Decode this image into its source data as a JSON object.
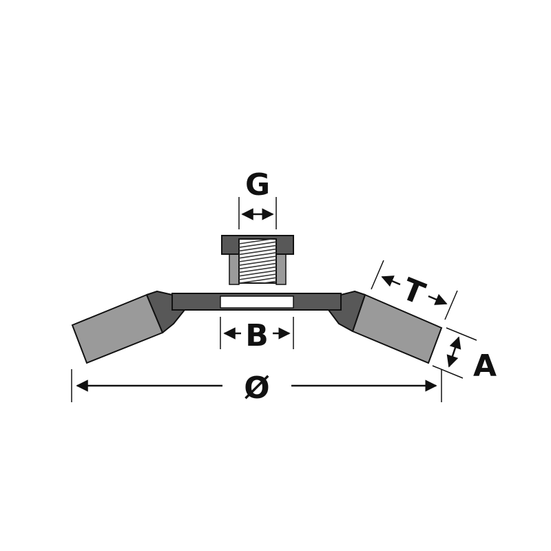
{
  "labels": {
    "thread": "G",
    "bore": "B",
    "trim_width": "T",
    "trim_thickness": "A",
    "diameter": "Ø"
  },
  "colors": {
    "ink": "#111111",
    "hub_dark": "#585858",
    "hub_medium": "#6a6a6a",
    "trim_grey": "#9a9a9a",
    "bore_white": "#ffffff",
    "background": "#ffffff"
  }
}
